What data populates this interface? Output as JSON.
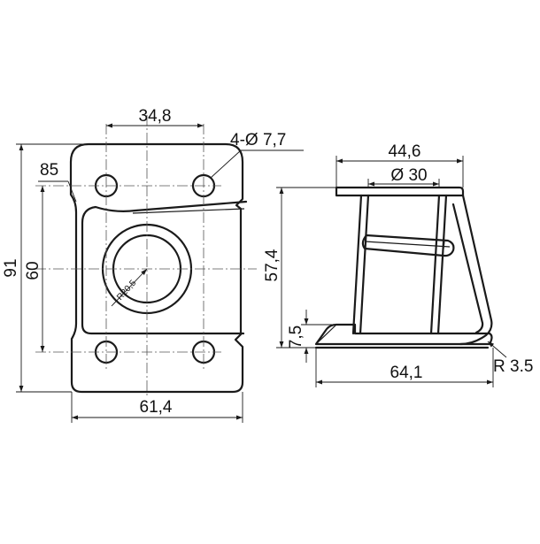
{
  "front_view": {
    "dim_hole_spacing_h": "34,8",
    "dim_holes": "4-Ø 7,7",
    "dim_top_angle": "85",
    "dim_overall_height": "91",
    "dim_hole_spacing_v": "60",
    "dim_bore_radius": "R20,5",
    "dim_overall_width": "61,4"
  },
  "side_view": {
    "dim_top_width": "44,6",
    "dim_inner_diameter": "Ø 30",
    "dim_height": "57,4",
    "dim_base_thickness": "7,5",
    "dim_base_length": "64,1",
    "dim_bend_radius": "R 3.5"
  }
}
